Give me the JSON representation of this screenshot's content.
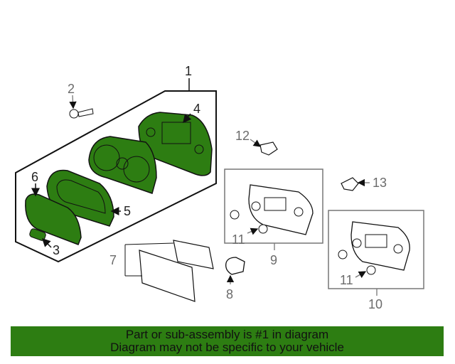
{
  "callouts": {
    "c1": "1",
    "c2": "2",
    "c3": "3",
    "c4": "4",
    "c5": "5",
    "c6": "6",
    "c7": "7",
    "c8": "8",
    "c9": "9",
    "c10": "10",
    "c11a": "11",
    "c11b": "11",
    "c12": "12",
    "c13": "13"
  },
  "banner": {
    "line1": "Part or sub-assembly is #1 in diagram",
    "line2": "Diagram may not be specific to your vehicle"
  },
  "colors": {
    "highlight": "#2d7d12",
    "banner": "#2d7d12"
  }
}
